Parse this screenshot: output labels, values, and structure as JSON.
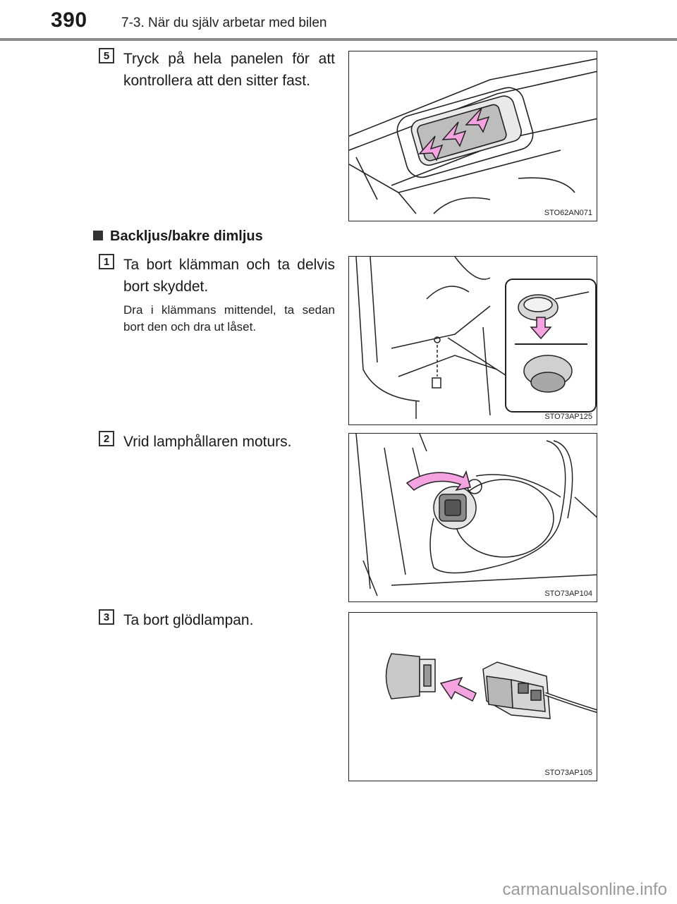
{
  "header": {
    "page_number": "390",
    "section_title": "7-3. När du själv arbetar med bilen"
  },
  "subheading": "Backljus/bakre dimljus",
  "steps": [
    {
      "number": "5",
      "text": "Tryck på hela panelen för att kontrollera att den sitter fast.",
      "figure_label": "STO62AN071"
    },
    {
      "number": "1",
      "text": "Ta bort klämman och ta delvis bort skyddet.",
      "note": "Dra i klämmans mittendel, ta sedan bort den och dra ut låset.",
      "figure_label": "STO73AP125"
    },
    {
      "number": "2",
      "text": "Vrid lamphållaren moturs.",
      "figure_label": "STO73AP104"
    },
    {
      "number": "3",
      "text": "Ta bort glödlampan.",
      "figure_label": "STO73AP105"
    }
  ],
  "watermark": "carmanualsonline.info",
  "colors": {
    "arrow_fill": "#f5a3e0",
    "header_rule": "#8a8a8a",
    "line_art": "#222222"
  }
}
